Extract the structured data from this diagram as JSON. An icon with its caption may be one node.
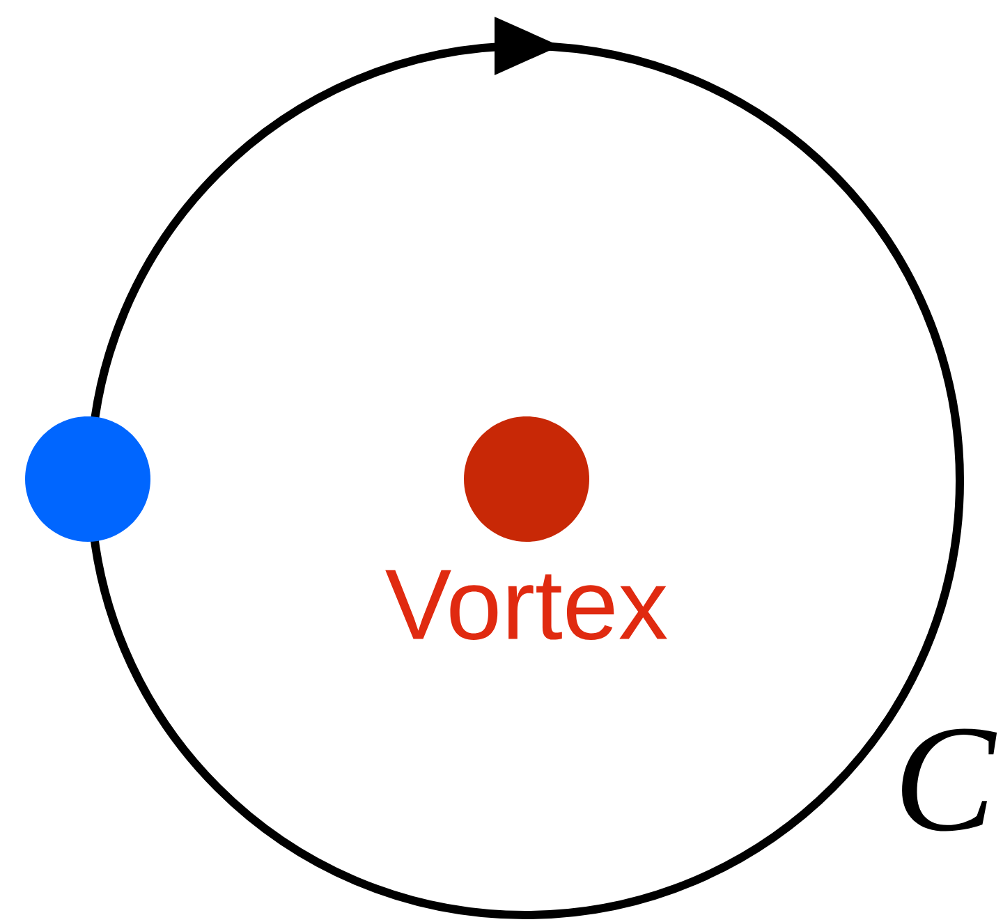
{
  "diagram": {
    "nodes": [
      {
        "text": [],
        "shape": "circle"
      },
      {
        "text": [],
        "shape": "circle",
        "beside": [
          "Vortex"
        ]
      }
    ],
    "labels": [
      "C"
    ]
  }
}
